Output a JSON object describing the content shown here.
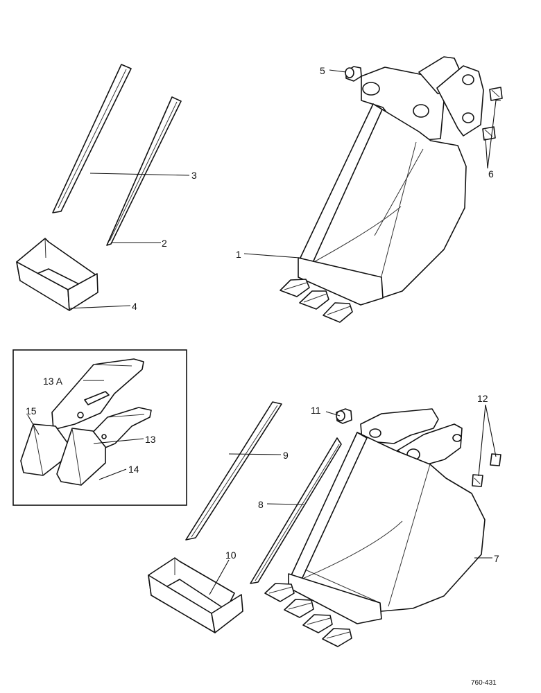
{
  "callouts": {
    "c1": "1",
    "c2": "2",
    "c3": "3",
    "c4": "4",
    "c5": "5",
    "c6": "6",
    "c7": "7",
    "c8": "8",
    "c9": "9",
    "c10": "10",
    "c11": "11",
    "c12": "12",
    "c13": "13",
    "c13a": "13 A",
    "c14": "14",
    "c15": "15"
  },
  "drawing_number": "760-431"
}
